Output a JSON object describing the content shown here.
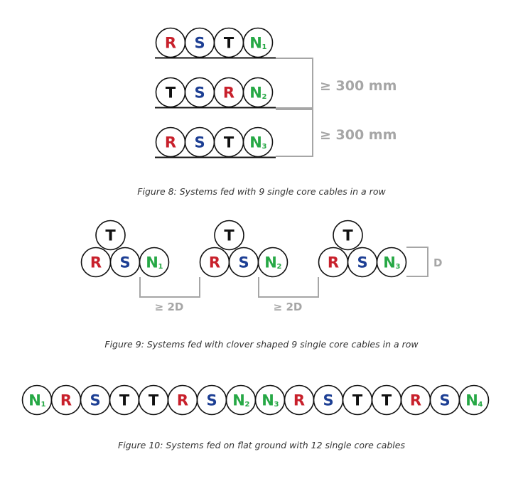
{
  "colors": {
    "R": "#c8202b",
    "S": "#1d3f94",
    "T": "#111111",
    "N": "#26a845",
    "dimension": "#a6a6a6",
    "outline": "#111111"
  },
  "figure8": {
    "rows": [
      {
        "cables": [
          {
            "letter": "R"
          },
          {
            "letter": "S"
          },
          {
            "letter": "T"
          },
          {
            "letter": "N",
            "sub": "1"
          }
        ]
      },
      {
        "cables": [
          {
            "letter": "T"
          },
          {
            "letter": "S"
          },
          {
            "letter": "R"
          },
          {
            "letter": "N",
            "sub": "2"
          }
        ]
      },
      {
        "cables": [
          {
            "letter": "R"
          },
          {
            "letter": "S"
          },
          {
            "letter": "T"
          },
          {
            "letter": "N",
            "sub": "3"
          }
        ]
      }
    ],
    "spacing_labels": [
      "≥ 300 mm",
      "≥ 300 mm"
    ],
    "caption": "Figure 8: Systems fed with 9 single core cables in a row"
  },
  "figure9": {
    "systems": [
      {
        "top": "T",
        "bottom": [
          {
            "letter": "R"
          },
          {
            "letter": "S"
          },
          {
            "letter": "N",
            "sub": "1"
          }
        ]
      },
      {
        "top": "T",
        "bottom": [
          {
            "letter": "R"
          },
          {
            "letter": "S"
          },
          {
            "letter": "N",
            "sub": "2"
          }
        ]
      },
      {
        "top": "T",
        "bottom": [
          {
            "letter": "R"
          },
          {
            "letter": "S"
          },
          {
            "letter": "N",
            "sub": "3"
          }
        ]
      }
    ],
    "gap_labels": [
      "≥ 2D",
      "≥ 2D"
    ],
    "diameter_label": "D",
    "caption": "Figure 9: Systems fed with clover shaped 9 single core cables in a row"
  },
  "figure10": {
    "cables": [
      {
        "letter": "N",
        "sub": "1"
      },
      {
        "letter": "R"
      },
      {
        "letter": "S"
      },
      {
        "letter": "T"
      },
      {
        "letter": "T"
      },
      {
        "letter": "R"
      },
      {
        "letter": "S"
      },
      {
        "letter": "N",
        "sub": "2"
      },
      {
        "letter": "N",
        "sub": "3"
      },
      {
        "letter": "R"
      },
      {
        "letter": "S"
      },
      {
        "letter": "T"
      },
      {
        "letter": "T"
      },
      {
        "letter": "R"
      },
      {
        "letter": "S"
      },
      {
        "letter": "N",
        "sub": "4"
      }
    ],
    "caption": "Figure 10: Systems fed on flat ground with 12 single core cables"
  }
}
